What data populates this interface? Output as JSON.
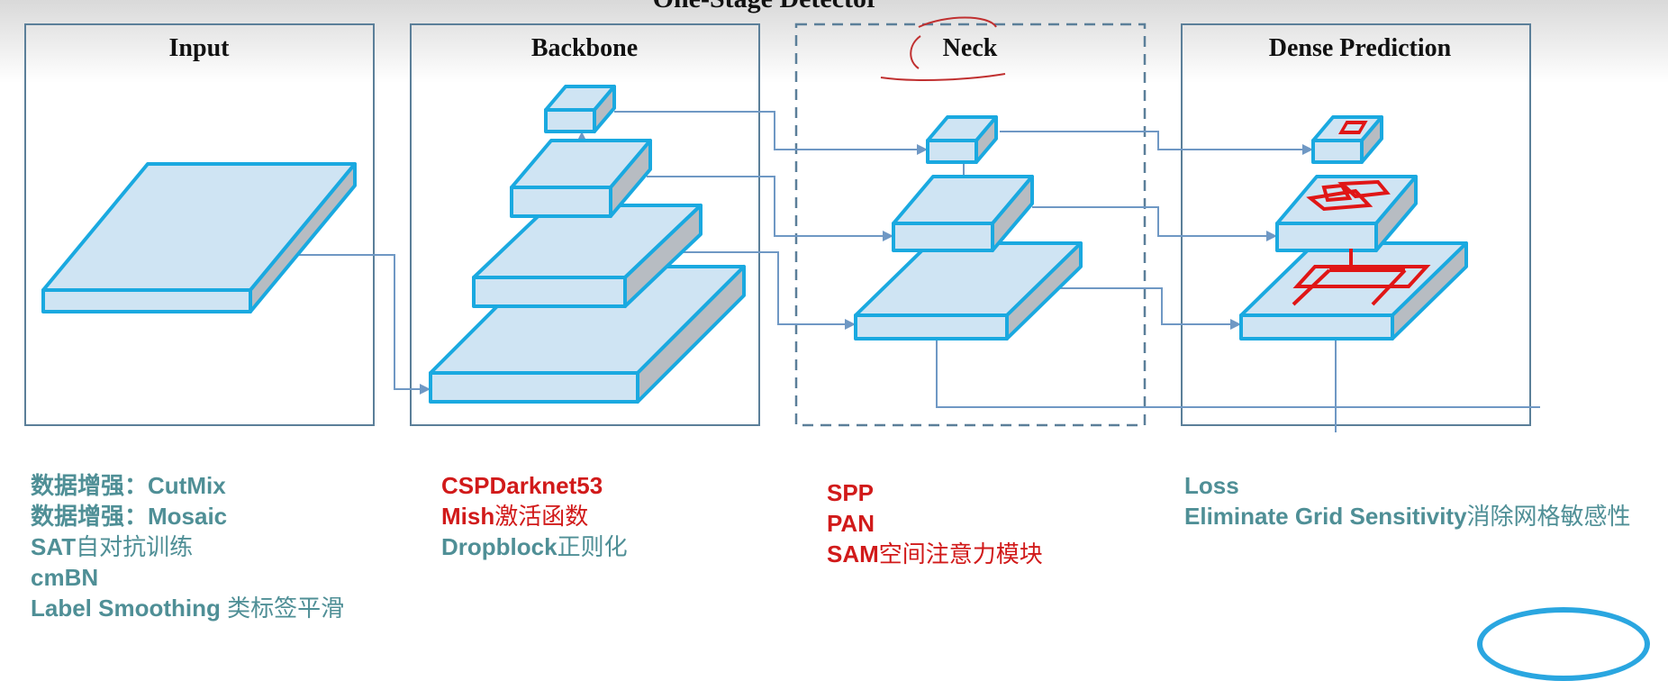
{
  "title": "One-Stage Detector",
  "stages": [
    {
      "name": "Input"
    },
    {
      "name": "Backbone"
    },
    {
      "name": "Neck"
    },
    {
      "name": "Dense Prediction"
    }
  ],
  "notes": {
    "input": [
      {
        "en": "数据增强：CutMix",
        "cn": ""
      },
      {
        "en": "数据增强：Mosaic",
        "cn": ""
      },
      {
        "en": "SAT",
        "cn": "自对抗训练"
      },
      {
        "en": "cmBN",
        "cn": ""
      },
      {
        "en": "Label Smoothing ",
        "cn": "类标签平滑"
      }
    ],
    "backbone": [
      {
        "en": "CSPDarknet53",
        "cn": "",
        "color": "red"
      },
      {
        "en": "Mish",
        "cn": "激活函数",
        "color": "red"
      },
      {
        "en": "Dropblock",
        "cn": "正则化",
        "color": "teal"
      }
    ],
    "neck": [
      {
        "en": "SPP",
        "cn": "",
        "color": "red"
      },
      {
        "en": "PAN",
        "cn": "",
        "color": "red"
      },
      {
        "en": "SAM",
        "cn": "空间注意力模块",
        "color": "red"
      }
    ],
    "prediction": [
      {
        "en": "Loss",
        "cn": "",
        "color": "teal"
      },
      {
        "en": "Eliminate Grid Sensitivity",
        "cn": "消除网格敏感性",
        "color": "teal"
      }
    ]
  },
  "colors": {
    "panel_border": "#5b7f99",
    "block_top": "#cfe4f3",
    "block_side": "#b7bcc2",
    "block_edge": "#1aa9e0",
    "connector": "#6f98c4",
    "teal_text": "#4f8f96",
    "red_text": "#d11a1a"
  }
}
